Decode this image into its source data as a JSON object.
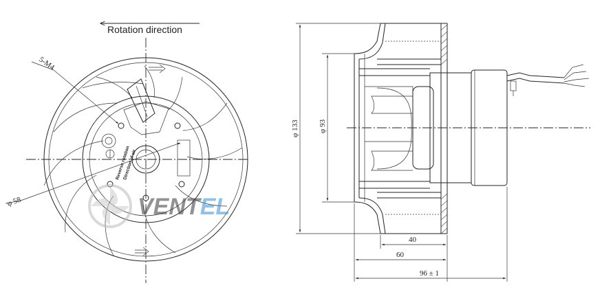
{
  "front_view": {
    "rotation_label": "Rotation direction",
    "hole_spec": "5-M4",
    "bore_dia": "φ 58",
    "label_text": [
      "Reverse rotation",
      "Direction of air"
    ]
  },
  "side_view": {
    "dia_outer": "φ 133",
    "dia_inner": "φ 93",
    "dim_40": "40",
    "dim_60": "60",
    "dim_96": "96 ± 1"
  },
  "watermark": {
    "text": "VENTEL",
    "color_dark": "#3a3a3a",
    "color_accent": "#3a8fd6"
  }
}
